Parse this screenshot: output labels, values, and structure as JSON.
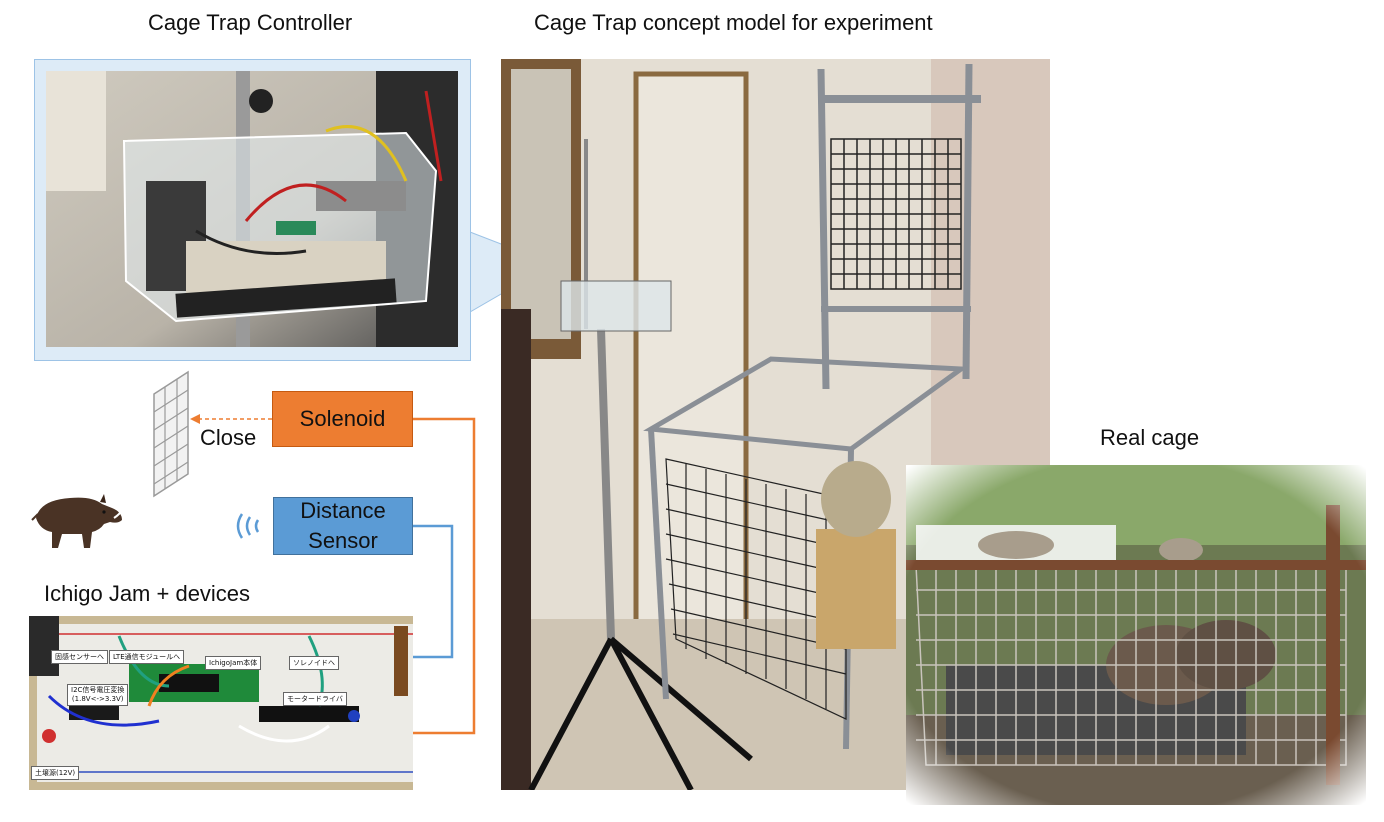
{
  "titles": {
    "controller": "Cage Trap Controller",
    "concept": "Cage Trap concept model for experiment",
    "real_cage": "Real cage",
    "ichigo": "Ichigo Jam + devices"
  },
  "labels": {
    "close": "Close"
  },
  "boxes": {
    "solenoid": "Solenoid",
    "distance_sensor_line1": "Distance",
    "distance_sensor_line2": "Sensor"
  },
  "breadboard_labels": {
    "sensor": "固感センサーへ",
    "lte": "LTE通信モジュールへ",
    "ichigojam": "IchigoJam本体",
    "solenoid": "ソレノイドへ",
    "i2c_line1": "I2C信号電圧変換",
    "i2c_line2": "(1.8V<->3.3V)",
    "motor": "モータードライバ",
    "power": "土壌源(12V)"
  },
  "colors": {
    "solenoid_fill": "#ED7D31",
    "solenoid_border": "#C55A11",
    "sensor_fill": "#5B9BD5",
    "sensor_border": "#41719C",
    "callout_fill": "#DDEBF7",
    "callout_border": "#9DC3E6",
    "orange_line": "#ED7D31",
    "blue_line": "#5B9BD5"
  },
  "icons": {
    "boar": "boar-icon",
    "grid": "grid-door-icon",
    "waves": "signal-waves-icon"
  }
}
